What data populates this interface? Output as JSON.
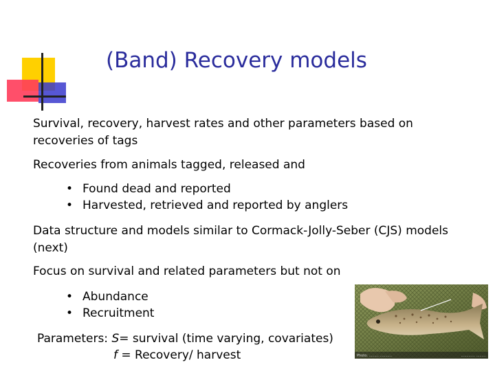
{
  "slide": {
    "title": "(Band) Recovery models",
    "p1_line1": "Survival, recovery, harvest rates and other parameters based on",
    "p1_line2": "recoveries of tags",
    "p2": "Recoveries from animals tagged, released and",
    "bullets_a": [
      "Found dead and reported",
      "Harvested, retrieved and reported by anglers"
    ],
    "p3_line1": "Data structure and models similar to Cormack-Jolly-Seber (CJS) models",
    "p3_line2": "(next)",
    "p4": "Focus on survival and related parameters but not on",
    "bullets_b": [
      "Abundance",
      "Recruitment"
    ],
    "params": {
      "label": "Parameters: ",
      "s_symbol": "S",
      "s_text": "= survival (time varying, covariates)",
      "f_symbol": "f",
      "f_text": " = Recovery/ harvest"
    },
    "photo": {
      "caption_left": "Photo: ......... ...........",
      "caption_right": "............. ........."
    },
    "bullet_glyph": "•"
  }
}
